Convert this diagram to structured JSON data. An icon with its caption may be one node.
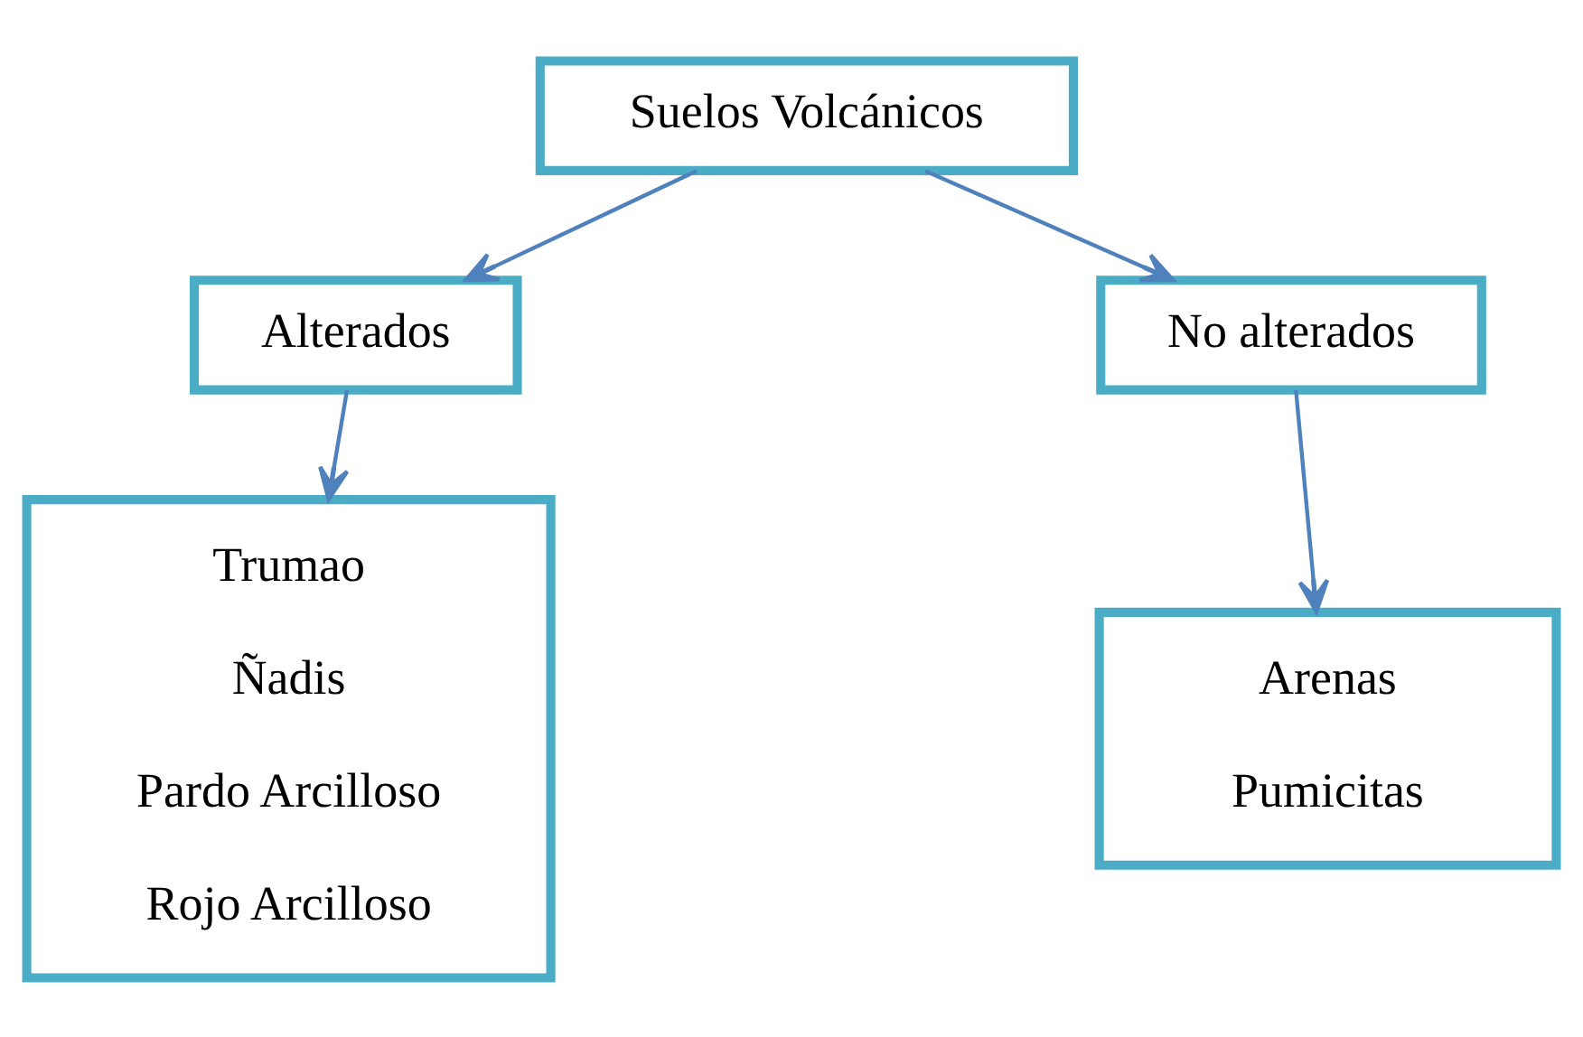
{
  "diagram": {
    "nodes": [
      {
        "text": [
          "Suelos Volcánicos"
        ]
      },
      {
        "text": [
          "Alterados"
        ]
      },
      {
        "text": [
          "No alterados"
        ]
      },
      {
        "text": [
          "Trumao",
          "Ñadis",
          "Pardo Arcilloso",
          "Rojo Arcilloso"
        ]
      },
      {
        "text": [
          "Arenas",
          "Pumicitas"
        ]
      }
    ],
    "edges": [
      {
        "from": 0,
        "to": 1,
        "arrow": "to"
      },
      {
        "from": 0,
        "to": 2,
        "arrow": "to"
      },
      {
        "from": 1,
        "to": 3,
        "arrow": "to"
      },
      {
        "from": 2,
        "to": 4,
        "arrow": "to"
      }
    ]
  }
}
